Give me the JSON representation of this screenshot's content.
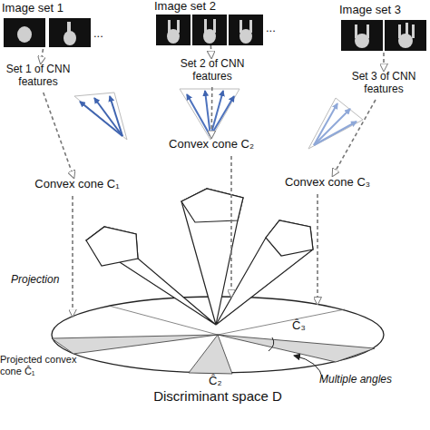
{
  "diagram": {
    "nodes": [
      {
        "text": [
          "Image set 1"
        ]
      },
      {
        "text": [
          "Image set 2"
        ]
      },
      {
        "text": [
          "Image set 3"
        ]
      },
      {
        "text": [
          "Set 1 of CNN features"
        ]
      },
      {
        "text": [
          "Set 2 of CNN features"
        ]
      },
      {
        "text": [
          "Set 3 of CNN features"
        ]
      },
      {
        "text": [
          "Convex cone C₁"
        ]
      },
      {
        "text": [
          "Convex cone C₂"
        ]
      },
      {
        "text": [
          "Convex cone C₃"
        ]
      },
      {
        "text": [
          "Discriminant space D"
        ]
      }
    ],
    "edges": [
      {
        "from": 0,
        "to": 3,
        "arrow": "to"
      },
      {
        "from": 3,
        "to": 6,
        "arrow": "to"
      },
      {
        "from": 1,
        "to": 4,
        "arrow": "to"
      },
      {
        "from": 4,
        "to": 7,
        "arrow": "to"
      },
      {
        "from": 2,
        "to": 5,
        "arrow": "to"
      },
      {
        "from": 5,
        "to": 8,
        "arrow": "to"
      },
      {
        "from": 6,
        "to": 9,
        "label": "Projection",
        "arrow": "to"
      },
      {
        "from": 7,
        "to": 9,
        "arrow": "to"
      },
      {
        "from": 8,
        "to": 9,
        "arrow": "to"
      }
    ],
    "labels": [
      "...",
      "...",
      "Projected convex cone Ĉ₁",
      "Ĉ₂",
      "Ĉ₃",
      "Multiple angles"
    ]
  }
}
